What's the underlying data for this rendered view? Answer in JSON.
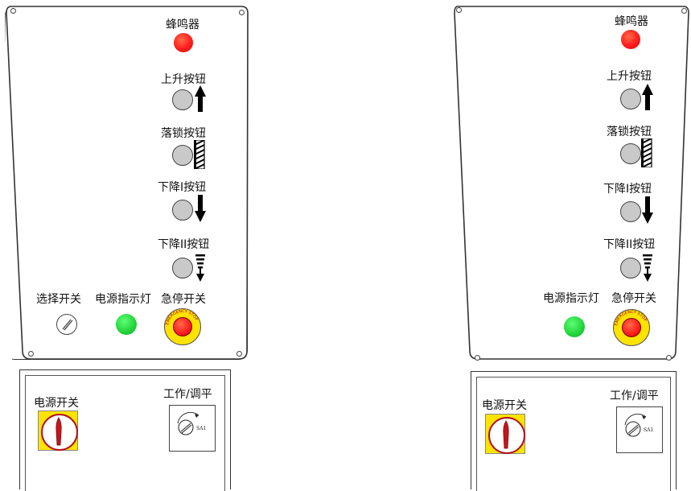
{
  "left_panel": {
    "buzzer_label": "蜂鸣器",
    "up_button_label": "上升按钮",
    "lock_button_label": "落锁按钮",
    "down1_button_label": "下降I按钮",
    "down2_button_label": "下降II按钮",
    "selector_label": "选择开关",
    "power_light_label": "电源指示灯",
    "estop_label": "急停开关",
    "main_switch_label": "电源开关",
    "mode_switch_label": "工作/调平",
    "mode_switch_code": "SA1"
  },
  "right_panel": {
    "buzzer_label": "蜂鸣器",
    "up_button_label": "上升按钮",
    "lock_button_label": "落锁按钮",
    "down1_button_label": "下降I按钮",
    "down2_button_label": "下降II按钮",
    "power_light_label": "电源指示灯",
    "estop_label": "急停开关",
    "main_switch_label": "电源开关",
    "mode_switch_label": "工作/调平",
    "mode_switch_code": "SA1"
  },
  "estop_ring_text": "EMERGENCY STOP",
  "colors": {
    "buzzer": "#ff1c1c",
    "button": "#c9c9c9",
    "power_light": "#22d23c",
    "estop_ring": "#ffe300",
    "estop_button": "#ff1c1c",
    "main_switch_ring": "#b1121a"
  }
}
